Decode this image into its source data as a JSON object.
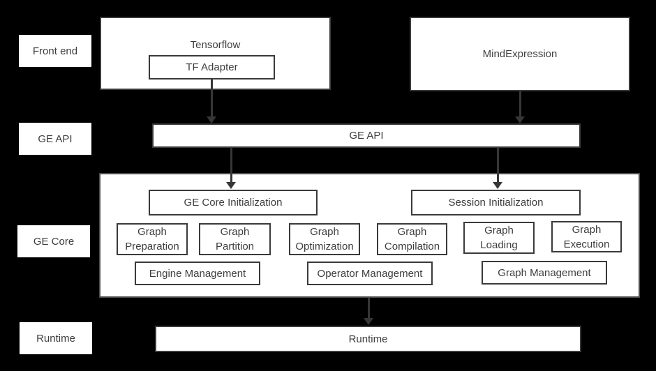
{
  "colors": {
    "background": "#000000",
    "box_fill": "#ffffff",
    "box_border": "#3a3a3a",
    "container_border": "#4d4d4d",
    "text": "#3d3d3d",
    "arrow": "#363636"
  },
  "row_labels": {
    "front_end": "Front end",
    "ge_api": "GE API",
    "ge_core": "GE Core",
    "runtime": "Runtime"
  },
  "front_end": {
    "tensorflow_label": "Tensorflow",
    "tf_adapter_label": "TF Adapter",
    "mindexpression_label": "MindExpression"
  },
  "ge_api": {
    "bar_label": "GE API"
  },
  "ge_core": {
    "ge_core_initialization": "GE Core Initialization",
    "session_initialization": "Session Initialization",
    "modules": [
      "Graph Preparation",
      "Graph Partition",
      "Graph Optimization",
      "Graph Compilation",
      "Graph Loading",
      "Graph Execution"
    ],
    "management_modules": [
      "Engine Management",
      "Operator Management",
      "Graph Management"
    ]
  },
  "runtime": {
    "bar_label": "Runtime"
  }
}
